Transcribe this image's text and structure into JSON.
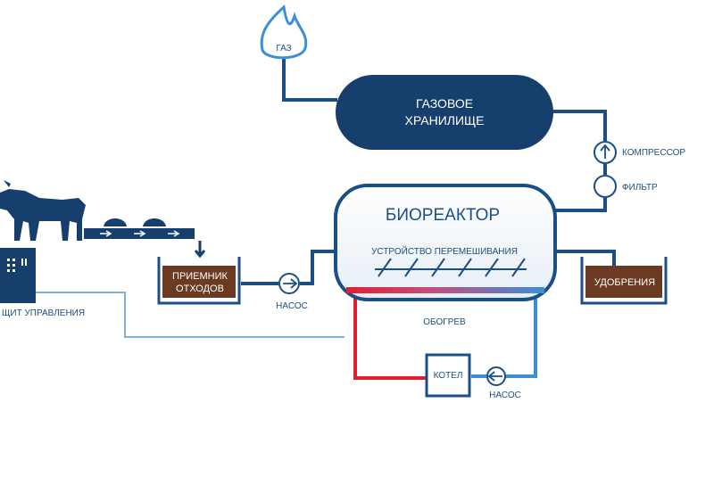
{
  "colors": {
    "pipe": "#1a4f86",
    "pipe_light": "#7fb0dc",
    "storage": "#163f6e",
    "waste": "#6b3a22",
    "hot": "#e02030",
    "cold": "#3c8fd6",
    "label": "#1f4e79"
  },
  "gas": {
    "label": "ГАЗ",
    "icon": "flame-icon"
  },
  "storage": {
    "line1": "ГАЗОВОЕ",
    "line2": "ХРАНИЛИЩЕ"
  },
  "compressor": {
    "label": "КОМПРЕССОР",
    "icon": "arrow-up-icon"
  },
  "filter": {
    "label": "ФИЛЬТР"
  },
  "bioreactor": {
    "title": "БИОРЕАКТОР",
    "mixer": "УСТРОЙСТВО ПЕРЕМЕШИВАНИЯ"
  },
  "waste": {
    "line1": "ПРИЕМНИК",
    "line2": "ОТХОДОВ"
  },
  "pump_main": {
    "label": "НАСОС"
  },
  "fertilizer": {
    "label": "УДОБРЕНИЯ"
  },
  "heating": {
    "label": "ОБОГРЕВ"
  },
  "boiler": {
    "label": "КОТЕЛ"
  },
  "pump_heat": {
    "label": "НАСОС"
  },
  "control": {
    "label": "ЩИТ УПРАВЛЕНИЯ"
  }
}
